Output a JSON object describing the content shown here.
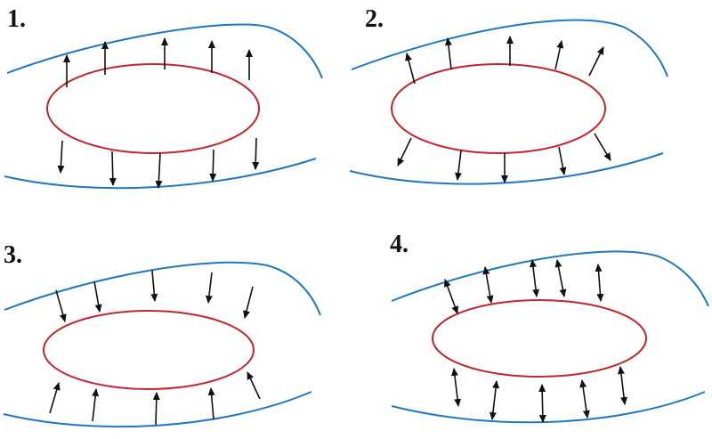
{
  "colors": {
    "boundary": "#1f78c1",
    "ellipse": "#c0272d",
    "arrow": "#111111"
  },
  "panels": [
    {
      "label": "1.",
      "arrow_direction": "outward"
    },
    {
      "label": "2.",
      "arrow_direction": "outward-radial"
    },
    {
      "label": "3.",
      "arrow_direction": "inward"
    },
    {
      "label": "4.",
      "arrow_direction": "bidirectional"
    }
  ]
}
